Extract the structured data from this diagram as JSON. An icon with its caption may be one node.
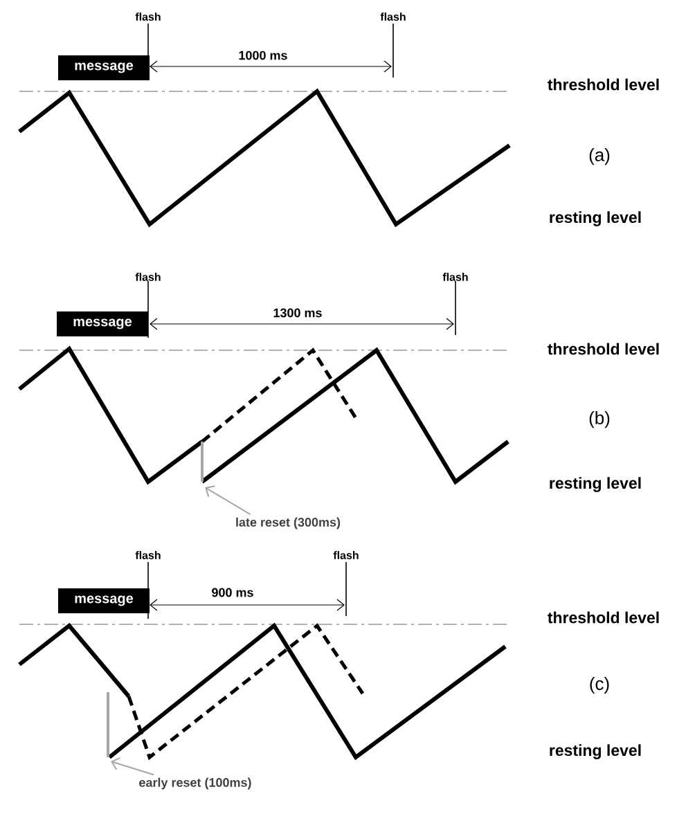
{
  "diagram": {
    "nodes": [
      {
        "text": [
          "message"
        ]
      },
      {
        "text": [
          "message"
        ]
      },
      {
        "text": [
          "late reset (300ms)"
        ]
      },
      {
        "text": [
          "message"
        ]
      },
      {
        "text": [
          "early reset (100ms)"
        ]
      }
    ],
    "edges": [
      {
        "from": 2,
        "to": null,
        "arrow": "to"
      },
      {
        "from": 4,
        "to": null,
        "arrow": "to"
      }
    ],
    "labels": [
      "flash",
      "flash",
      "1000 ms",
      "threshold level",
      "(a)",
      "resting level",
      "flash",
      "flash",
      "1300 ms",
      "threshold level",
      "(b)",
      "resting level",
      "flash",
      "flash",
      "900 ms",
      "threshold level",
      "(c)",
      "resting level"
    ]
  }
}
